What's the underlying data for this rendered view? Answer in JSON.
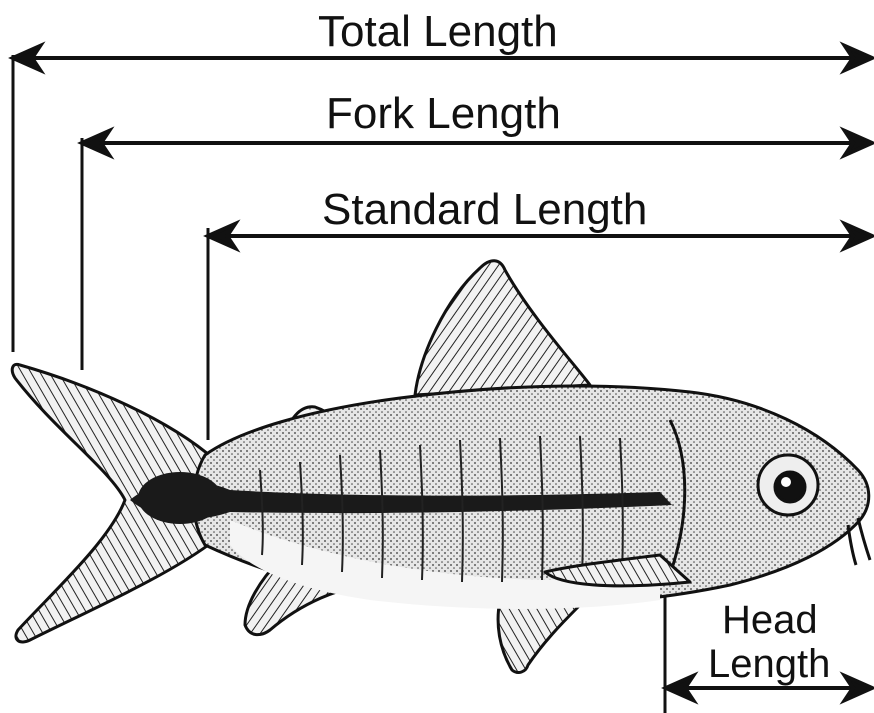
{
  "labels": {
    "total_length": "Total Length",
    "fork_length": "Fork Length",
    "standard_length": "Standard Length",
    "head_length_line1": "Head",
    "head_length_line2": "Length"
  },
  "colors": {
    "ink": "#111111",
    "background": "#ffffff",
    "stripe": "#1a1a1a",
    "body_shade": "#bdbdbd"
  }
}
